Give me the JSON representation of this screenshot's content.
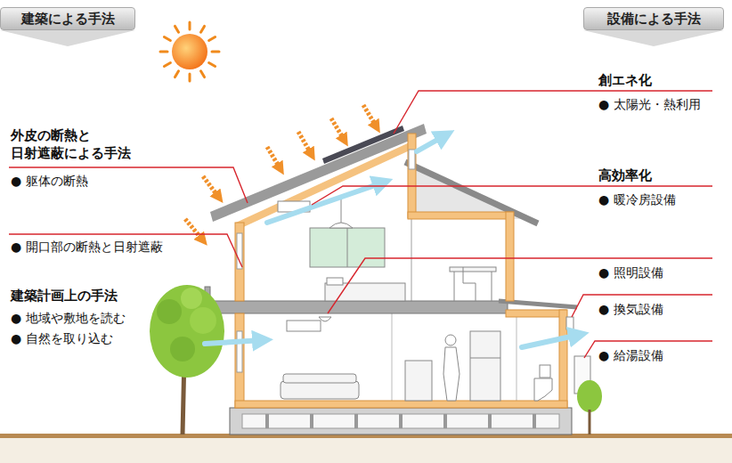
{
  "diagram": {
    "nodes": [
      {
        "text": [
          "建築による手法"
        ]
      },
      {
        "text": [
          "設備による手法"
        ]
      }
    ],
    "labels": [
      "外皮の断熱と 日射遮蔽による手法",
      "● 躯体の断熱",
      "● 開口部の断熱と日射遮蔽",
      "建築計画上の手法",
      "● 地域や敷地を読む",
      "● 自然を取り込む",
      "創エネ化",
      "● 太陽光・熱利用",
      "高効率化",
      "● 暖冷房設備",
      "● 照明設備",
      "● 換気設備",
      "● 給湯設備"
    ]
  }
}
